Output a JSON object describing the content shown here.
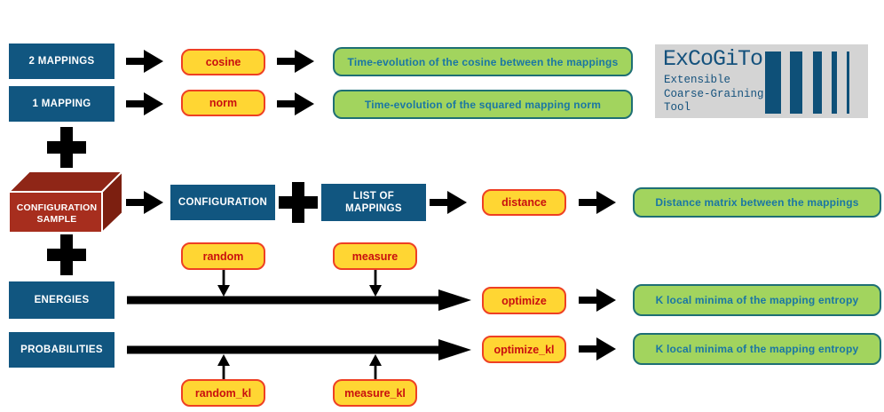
{
  "nodes": {
    "two_mappings": "2 MAPPINGS",
    "one_mapping": "1 MAPPING",
    "configuration_sample_line1": "CONFIGURATION",
    "configuration_sample_line2": "SAMPLE",
    "configuration": "CONFIGURATION",
    "list_of_mappings_line1": "LIST OF",
    "list_of_mappings_line2": "MAPPINGS",
    "energies": "ENERGIES",
    "probabilities": "PROBABILITIES"
  },
  "tools": {
    "cosine": "cosine",
    "norm": "norm",
    "distance": "distance",
    "random": "random",
    "measure": "measure",
    "optimize": "optimize",
    "optimize_kl": "optimize_kl",
    "random_kl": "random_kl",
    "measure_kl": "measure_kl"
  },
  "outputs": {
    "cosine": "Time-evolution of the cosine between the mappings",
    "norm": "Time-evolution of the squared mapping norm",
    "distance": "Distance matrix between the mappings",
    "optimize": "K local minima of the mapping entropy",
    "optimize_kl": "K local minima of the mapping entropy"
  },
  "logo": {
    "title": "ExCoGiTo",
    "subtitle_line1": "Extensible",
    "subtitle_line2": "Coarse-Graining",
    "subtitle_line3": "Tool"
  },
  "colors": {
    "node_blue": "#115680",
    "tool_fill": "#FFD633",
    "tool_border": "#EE4023",
    "tool_text": "#C90F0F",
    "output_fill": "#A2D45E",
    "output_border": "#1E6F74",
    "output_text": "#1A76A4",
    "sample_red_front": "#A72E1E",
    "sample_red_top": "#8F2617",
    "sample_red_side": "#7C1F10",
    "logo_bg": "#D4D4D4",
    "logo_blue": "#15527D",
    "arrow_black": "#000000"
  }
}
